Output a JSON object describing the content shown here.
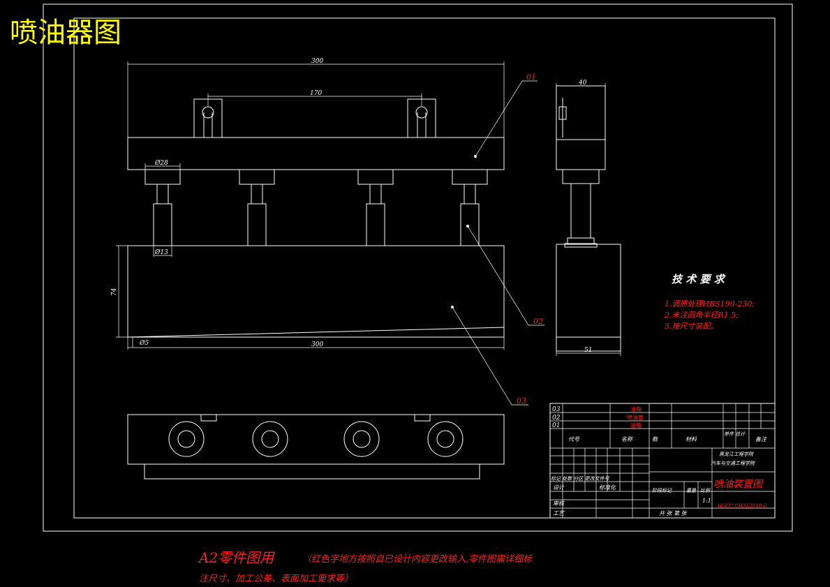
{
  "title": "喷油器图",
  "parts": {
    "p01": "01",
    "p02": "02",
    "p03": "03"
  },
  "dimensions": {
    "front_width_top": "300",
    "bracket_span": "170",
    "cap_dia": "Ø28",
    "rod_dia": "Ø13",
    "height": "74",
    "offset": "Ø5",
    "front_width_bottom": "300",
    "side_top": "40",
    "side_bottom": "51"
  },
  "tech": {
    "heading": "技 术 要 求",
    "items": [
      "1.调质处理HBS190-230;",
      "2.未注圆角半径R1.5;",
      "3.按尺寸装配。"
    ]
  },
  "bom": [
    {
      "code": "03",
      "name": "油箱"
    },
    {
      "code": "02",
      "name": "喷油管"
    },
    {
      "code": "01",
      "name": "油箱"
    }
  ],
  "title_block": {
    "h_code": "代号",
    "h_name": "名称",
    "h_qty": "数",
    "h_mat": "材料",
    "h_unit": "单件 总计",
    "h_note": "备注",
    "school1": "黑龙江工程学院",
    "school2": "汽车与交通工程学院",
    "drawing_name": "喷油装置图",
    "row_mark": "标记 处数 分区 更改文件号",
    "row_design": "设计",
    "row_std": "标准化",
    "row_stage": "阶段标记",
    "row_weight": "重量",
    "row_scale": "比例",
    "scale": "1:1",
    "row_check": "审核",
    "row_craft": "工艺",
    "sheet": "共 张 第 张",
    "drawing_no": "HGCC.CHAL2018-0"
  },
  "footer": {
    "line1_prefix": "A2零件图用",
    "line1_suffix": "（红色字地方按照自已设计内容更改输入,零件图需详细标",
    "line2": "注尺寸、加工公差、表面加工要求等）"
  }
}
